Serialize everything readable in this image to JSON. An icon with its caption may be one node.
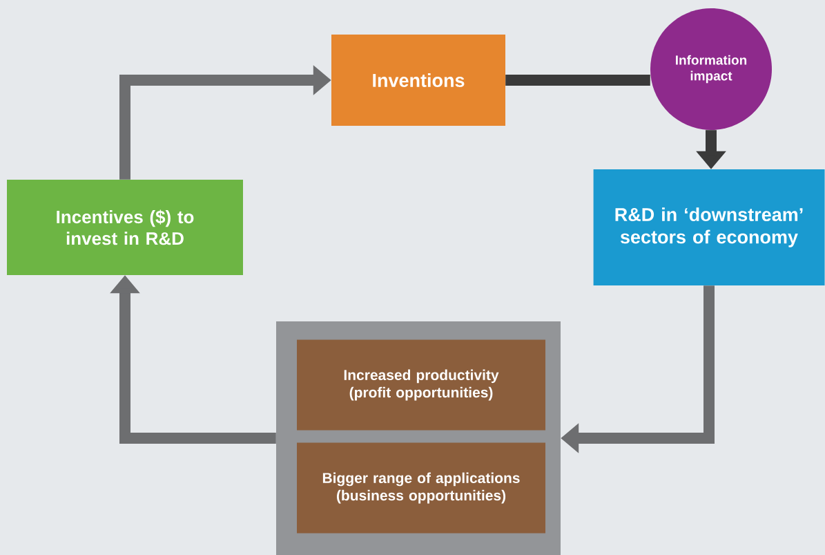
{
  "diagram": {
    "nodes": [
      {
        "text": [
          "Inventions"
        ]
      },
      {
        "text": [
          "Information impact"
        ]
      },
      {
        "text": [
          "R&D in ‘downstream’ sectors of economy"
        ]
      },
      {
        "text": [],
        "shape": "box"
      },
      {
        "text": [
          "Increased productivity (profit opportunities)"
        ],
        "in": 3
      },
      {
        "text": [
          "Bigger range of applications (business opportunities)"
        ],
        "in": 3
      },
      {
        "text": [
          "Incentives ($) to invest in R&D"
        ]
      }
    ],
    "edges": [
      {
        "from": 6,
        "to": 0,
        "arrow": "to"
      },
      {
        "from": 0,
        "to": 1,
        "arrow": "none",
        "color": "#3a3a3a"
      },
      {
        "from": 1,
        "to": 2,
        "arrow": "to",
        "color": "#3a3a3a"
      },
      {
        "from": 2,
        "to": 3,
        "arrow": "to"
      },
      {
        "from": 3,
        "to": 6,
        "arrow": "to"
      }
    ]
  }
}
